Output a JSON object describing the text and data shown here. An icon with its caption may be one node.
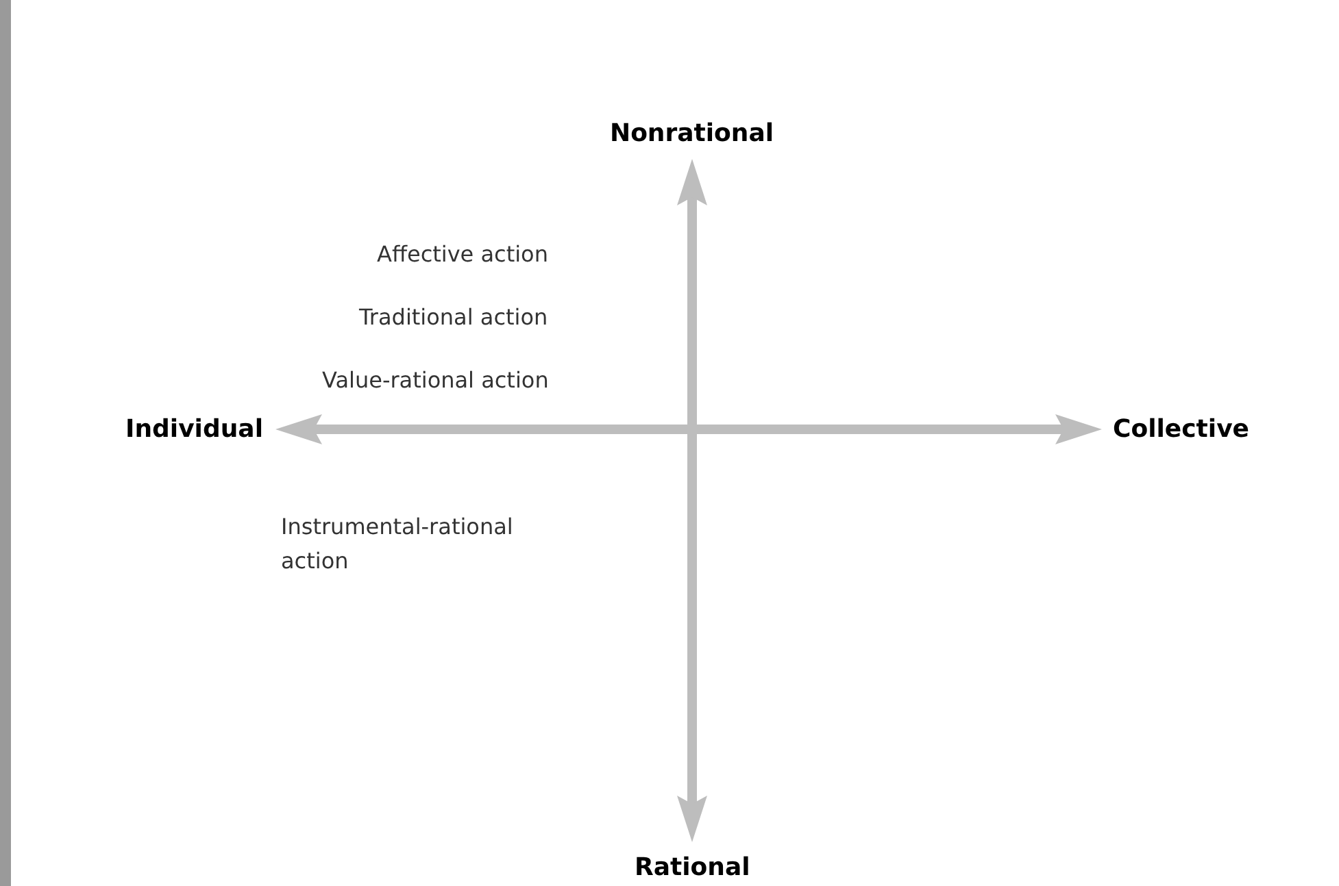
{
  "diagram": {
    "nodes": [
      {
        "text": [
          "Nonrational"
        ]
      },
      {
        "text": [
          "Individual"
        ]
      },
      {
        "text": [
          "Collective"
        ]
      },
      {
        "text": [
          "Rational"
        ]
      }
    ],
    "edges": [
      {
        "from": 3,
        "to": 0,
        "arrow": "both"
      },
      {
        "from": 1,
        "to": 2,
        "arrow": "both"
      }
    ],
    "labels": [
      "Affective action",
      "Traditional action",
      "Value-rational action",
      "Instrumental-rational action"
    ]
  }
}
